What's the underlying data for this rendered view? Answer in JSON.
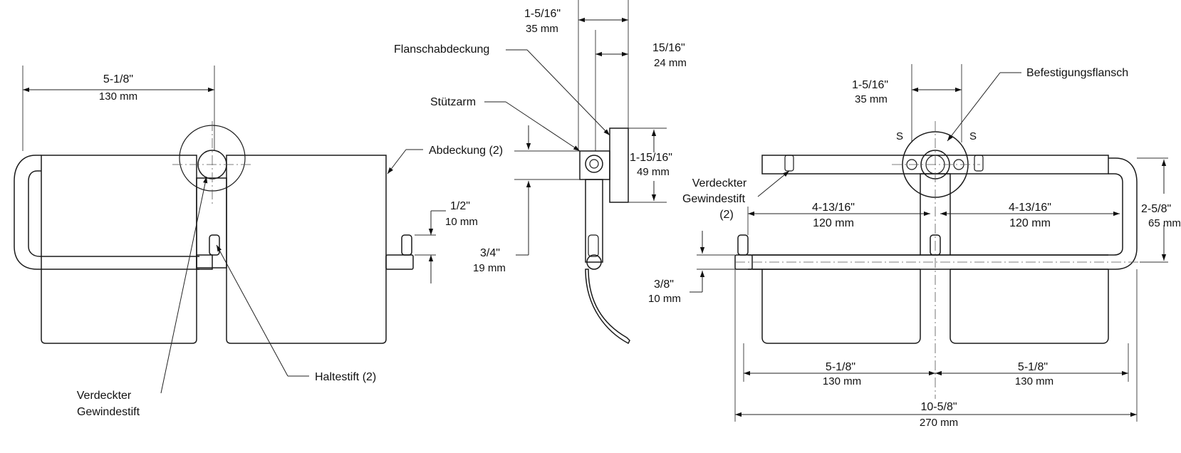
{
  "left_view": {
    "dim_width": {
      "imperial": "5-1/8\"",
      "metric": "130 mm"
    },
    "dim_pin": {
      "imperial": "1/2\"",
      "metric": "10 mm"
    },
    "label_cover": "Abdeckung (2)",
    "label_pin": "Haltestift (2)",
    "label_setscrew_line1": "Verdeckter",
    "label_setscrew_line2": "Gewindestift"
  },
  "side_view": {
    "dim_top": {
      "imperial": "1-5/16\"",
      "metric": "35 mm"
    },
    "dim_flange": {
      "imperial": "15/16\"",
      "metric": "24 mm"
    },
    "dim_height": {
      "imperial": "1-15/16\"",
      "metric": "49 mm"
    },
    "dim_arm": {
      "imperial": "3/4\"",
      "metric": "19 mm"
    },
    "label_flange_cover": "Flanschabdeckung",
    "label_arm": "Stützarm"
  },
  "right_view": {
    "label_mount_flange": "Befestigungsflansch",
    "dim_top": {
      "imperial": "1-5/16\"",
      "metric": "35 mm"
    },
    "label_setscrew_line1": "Verdeckter",
    "label_setscrew_line2": "Gewindestift",
    "label_setscrew_line3": "(2)",
    "dim_inner_left": {
      "imperial": "4-13/16\"",
      "metric": "120 mm"
    },
    "dim_inner_right": {
      "imperial": "4-13/16\"",
      "metric": "120 mm"
    },
    "dim_depth": {
      "imperial": "2-5/8\"",
      "metric": "65 mm"
    },
    "dim_rod": {
      "imperial": "3/8\"",
      "metric": "10 mm"
    },
    "dim_half_left": {
      "imperial": "5-1/8\"",
      "metric": "130 mm"
    },
    "dim_half_right": {
      "imperial": "5-1/8\"",
      "metric": "130 mm"
    },
    "dim_total": {
      "imperial": "10-5/8\"",
      "metric": "270 mm"
    },
    "s_mark_left": "S",
    "s_mark_right": "S"
  }
}
